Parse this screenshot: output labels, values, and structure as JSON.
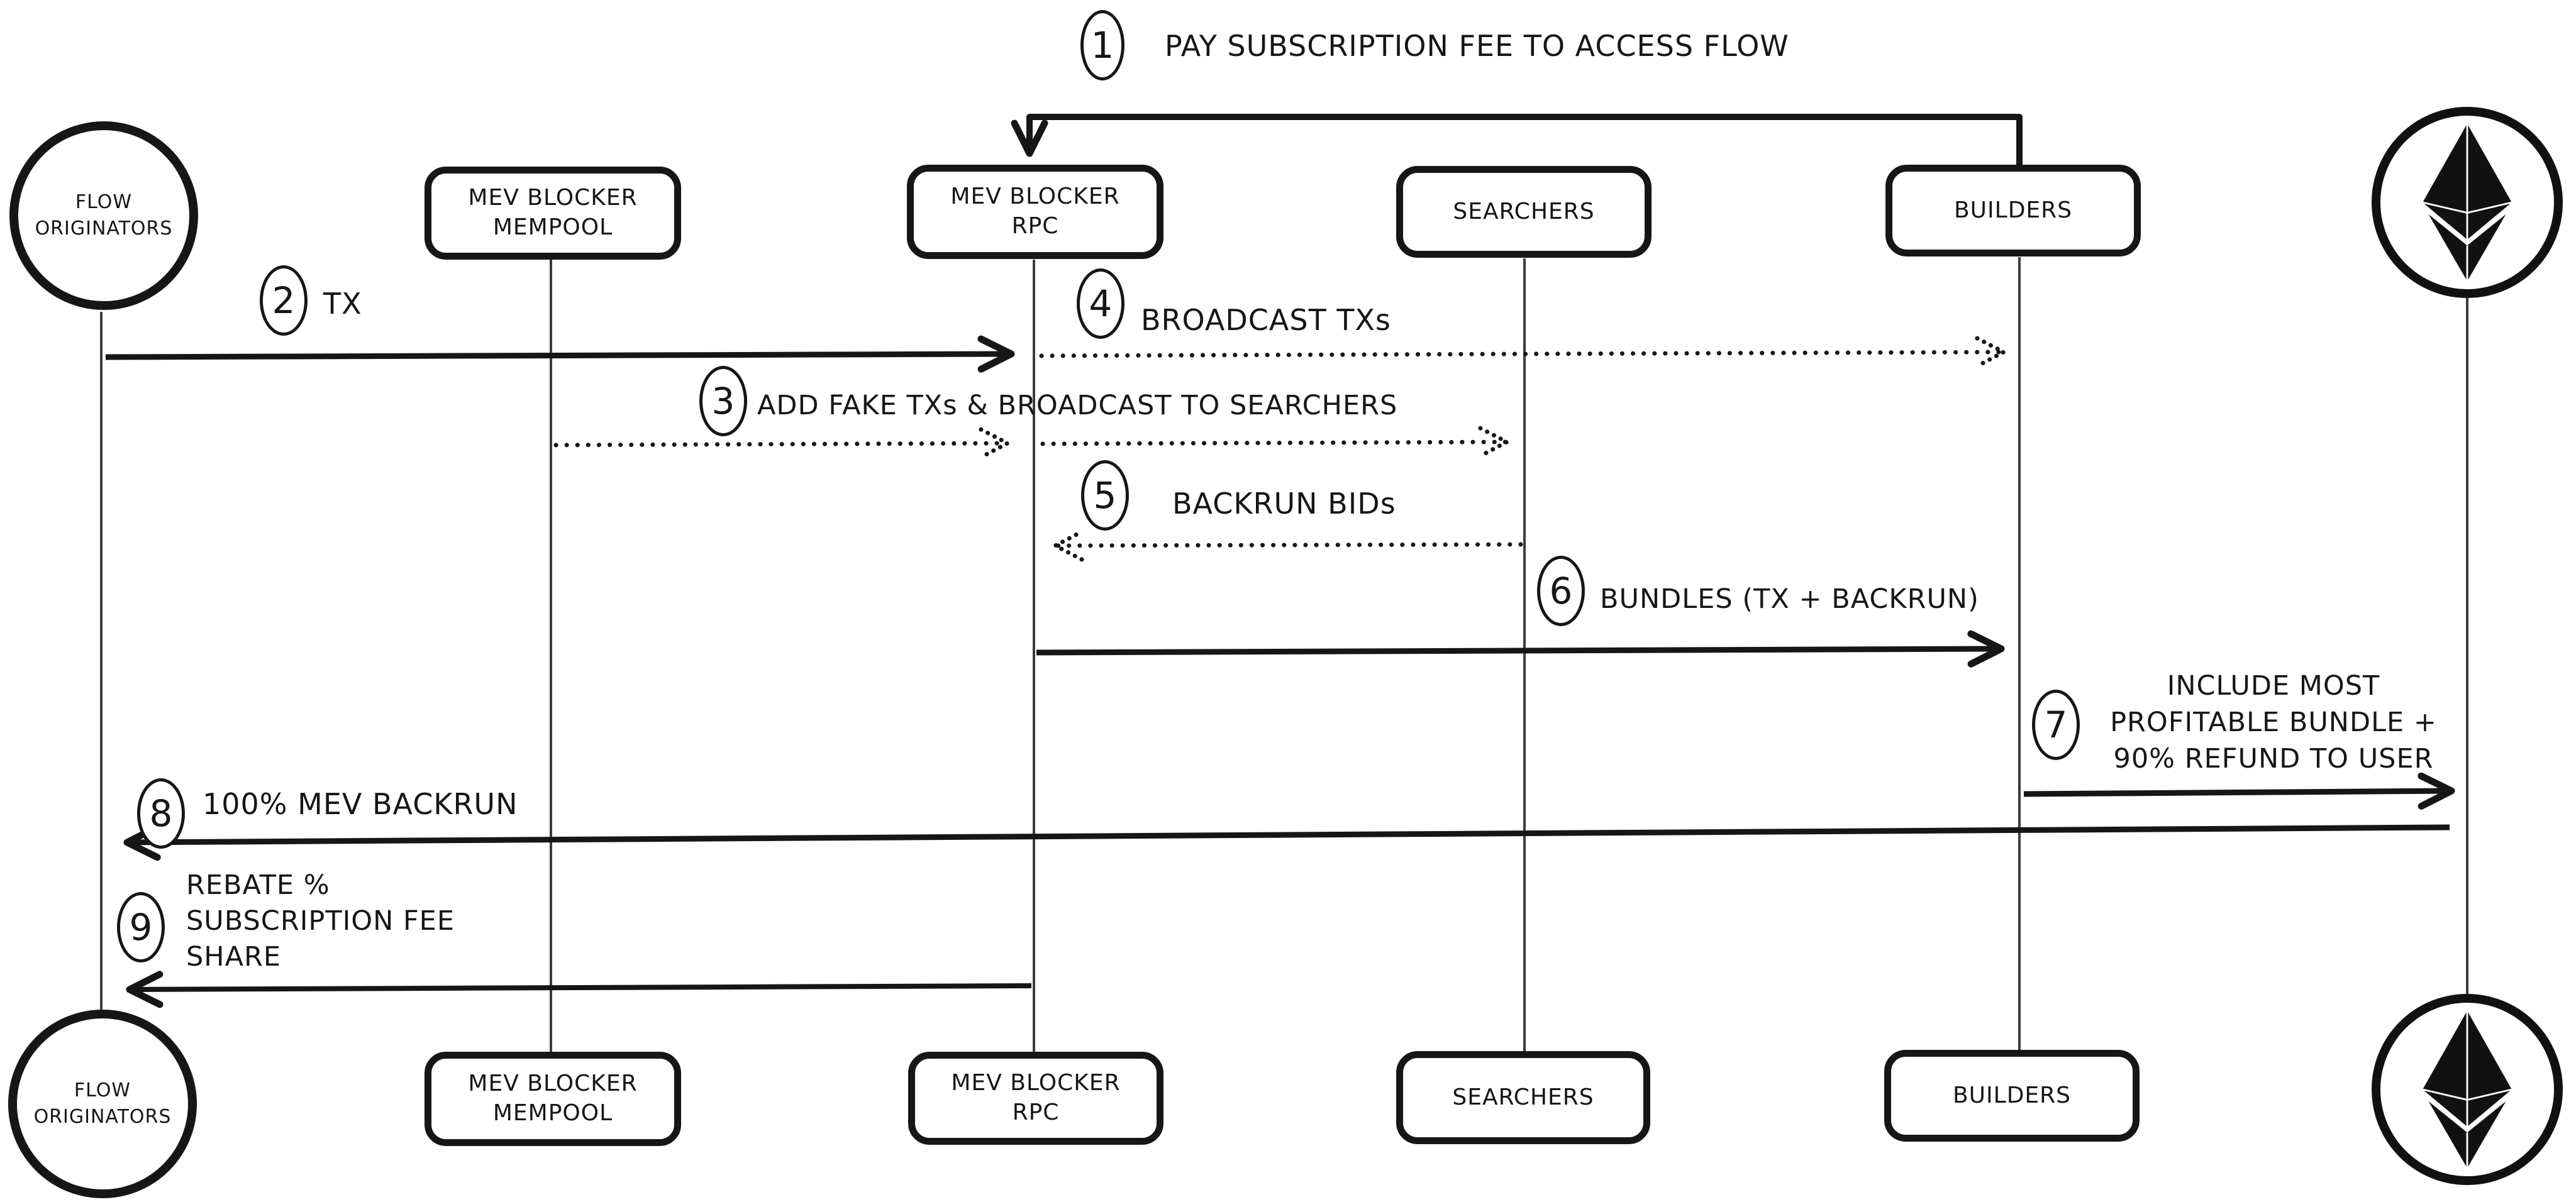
{
  "colors": {
    "ink": "#161616",
    "background": "#ffffff"
  },
  "actors": {
    "flow_originators": "FLOW\nORIGINATORS",
    "mev_blocker_mempool": "MEV BLOCKER\nMEMPOOL",
    "mev_blocker_rpc": "MEV BLOCKER\nRPC",
    "searchers": "SEARCHERS",
    "builders": "BUILDERS",
    "ethereum_icon": "ethereum-logo"
  },
  "steps": [
    {
      "num": "1",
      "label": "PAY SUBSCRIPTION FEE TO ACCESS FLOW"
    },
    {
      "num": "2",
      "label": "TX"
    },
    {
      "num": "3",
      "label": "ADD FAKE TXs & BROADCAST TO SEARCHERS"
    },
    {
      "num": "4",
      "label": "BROADCAST TXs"
    },
    {
      "num": "5",
      "label": "BACKRUN BIDs"
    },
    {
      "num": "6",
      "label": "BUNDLES (TX + BACKRUN)"
    },
    {
      "num": "7",
      "label": "INCLUDE MOST\nPROFITABLE BUNDLE +\n90% REFUND TO USER"
    },
    {
      "num": "8",
      "label": "100% MEV BACKRUN"
    },
    {
      "num": "9",
      "label": "REBATE %\nSUBSCRIPTION FEE\nSHARE"
    }
  ]
}
